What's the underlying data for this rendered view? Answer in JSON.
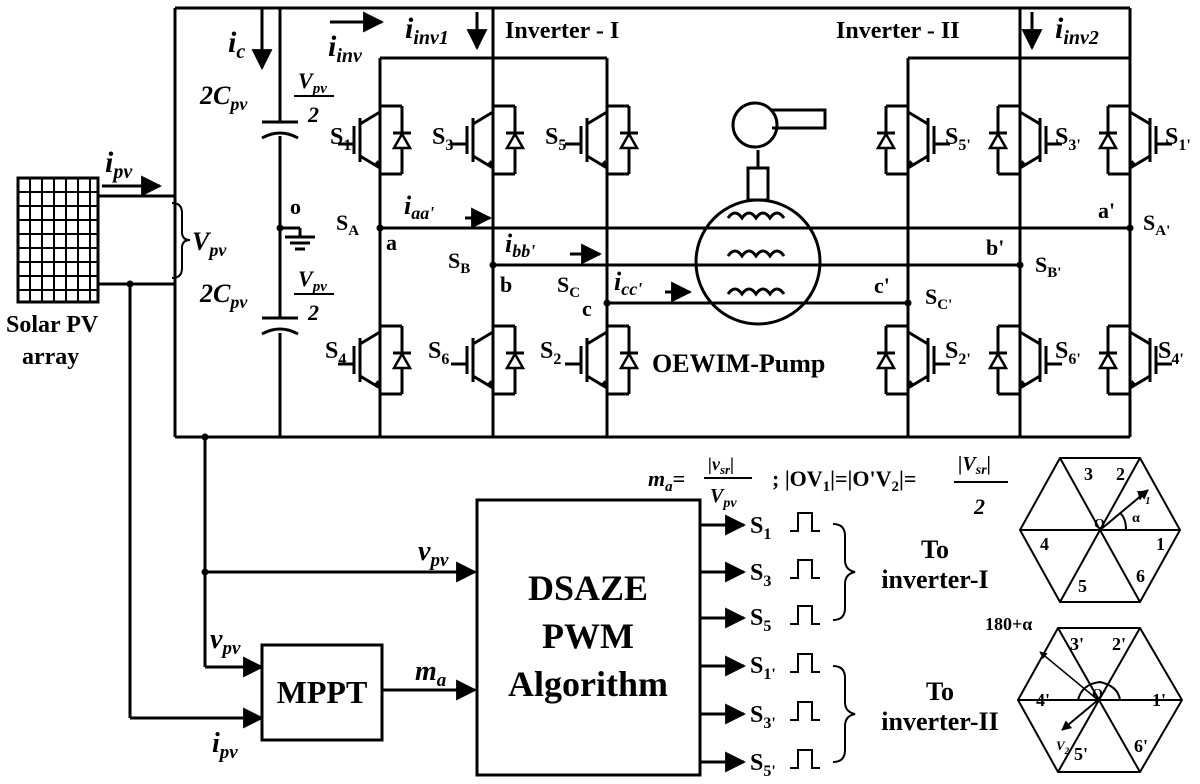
{
  "labels": {
    "i_c": "i",
    "i_c_sub": "c",
    "i_inv": "i",
    "i_inv_sub": "inv",
    "i_inv1": "i",
    "i_inv1_sub": "inv1",
    "i_inv2": "i",
    "i_inv2_sub": "inv2",
    "inverter1": "Inverter - I",
    "inverter2": "Inverter - II",
    "cap_top": "2C",
    "cap_top_sub": "pv",
    "cap_bot": "2C",
    "cap_bot_sub": "pv",
    "vpv_half_top_num": "V",
    "vpv_half_top_num_sub": "pv",
    "vpv_half_top_den": "2",
    "vpv_half_bot_num": "V",
    "vpv_half_bot_num_sub": "pv",
    "vpv_half_bot_den": "2",
    "i_pv": "i",
    "i_pv_sub": "pv",
    "v_pv_bus": "V",
    "v_pv_bus_sub": "pv",
    "node_o": "o",
    "solar_line1": "Solar PV",
    "solar_line2": "array",
    "s1": "S",
    "s1_sub": "1",
    "s3": "S",
    "s3_sub": "3",
    "s5": "S",
    "s5_sub": "5",
    "s4": "S",
    "s4_sub": "4",
    "s6": "S",
    "s6_sub": "6",
    "s2": "S",
    "s2_sub": "2",
    "s5p": "S",
    "s5p_sub": "5'",
    "s3p": "S",
    "s3p_sub": "3'",
    "s1p": "S",
    "s1p_sub": "1'",
    "s2p": "S",
    "s2p_sub": "2'",
    "s6p": "S",
    "s6p_sub": "6'",
    "s4p": "S",
    "s4p_sub": "4'",
    "sa": "S",
    "sa_sub": "A",
    "sb": "S",
    "sb_sub": "B",
    "sc": "S",
    "sc_sub": "C",
    "sap": "S",
    "sap_sub": "A'",
    "sbp": "S",
    "sbp_sub": "B'",
    "scp": "S",
    "scp_sub": "C'",
    "node_a": "a",
    "node_b": "b",
    "node_c": "c",
    "node_ap": "a'",
    "node_bp": "b'",
    "node_cp": "c'",
    "i_aa": "i",
    "i_aa_sub": "aa'",
    "i_bb": "i",
    "i_bb_sub": "bb'",
    "i_cc": "i",
    "i_cc_sub": "cc'",
    "motor_label": "OEWIM-Pump",
    "ma_formula_lhs": "m",
    "ma_formula_lhs_sub": "a",
    "ma_formula_eq": "=",
    "ma_formula_num": "|v",
    "ma_formula_num_sub": "sr",
    "ma_formula_num_end": "|",
    "ma_formula_den": "V",
    "ma_formula_den_sub": "pv",
    "ov_formula": ";  |OV",
    "ov_formula_sub1": "1",
    "ov_formula_mid": "|=|O'V",
    "ov_formula_sub2": "2",
    "ov_formula_end": "|=",
    "ov_num": "|V",
    "ov_num_sub": "sr",
    "ov_num_end": "|",
    "ov_den": "2",
    "v_pv_in1": "v",
    "v_pv_in1_sub": "pv",
    "v_pv_in2": "v",
    "v_pv_in2_sub": "pv",
    "i_pv_in": "i",
    "i_pv_in_sub": "pv",
    "ma_signal": "m",
    "ma_signal_sub": "a",
    "mppt": "MPPT",
    "dsaze_line1": "DSAZE",
    "dsaze_line2": "PWM",
    "dsaze_line3": "Algorithm",
    "out_s1": "S",
    "out_s1_sub": "1",
    "out_s3": "S",
    "out_s3_sub": "3",
    "out_s5": "S",
    "out_s5_sub": "5",
    "out_s1p": "S",
    "out_s1p_sub": "1'",
    "out_s3p": "S",
    "out_s3p_sub": "3'",
    "out_s5p": "S",
    "out_s5p_sub": "5'",
    "to1_line1": "To",
    "to1_line2": "inverter-I",
    "to2_line1": "To",
    "to2_line2": "inverter-II",
    "hex1_sectors": [
      "3",
      "2",
      "4",
      "1",
      "5",
      "6"
    ],
    "hex1_center": "O",
    "hex1_vec": "V",
    "hex1_vec_sub": "1",
    "hex1_angle": "α",
    "hex2_sectors": [
      "3'",
      "2'",
      "4'",
      "1'",
      "5'",
      "6'"
    ],
    "hex2_center": "O'",
    "hex2_vec": "V",
    "hex2_vec_sub": "2",
    "hex2_angle": "180+α"
  }
}
